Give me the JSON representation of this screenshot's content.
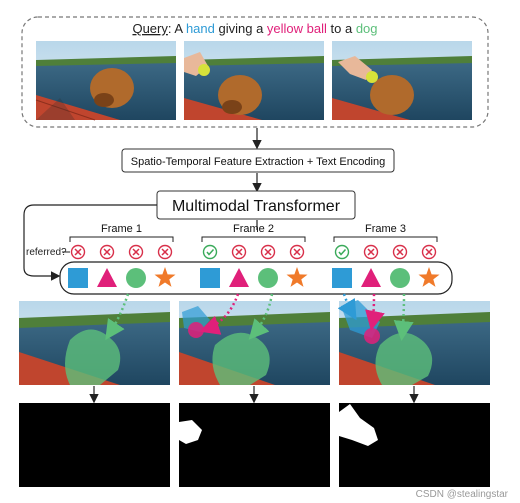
{
  "query": {
    "label": "Query",
    "parts": [
      {
        "text": ": A ",
        "color": "#222222"
      },
      {
        "text": "hand",
        "color": "#2e9bd6"
      },
      {
        "text": " giving a ",
        "color": "#222222"
      },
      {
        "text": "yellow ball",
        "color": "#e0207a"
      },
      {
        "text": " to a ",
        "color": "#222222"
      },
      {
        "text": "dog",
        "color": "#5cbf7a"
      }
    ]
  },
  "stages": {
    "feature_extraction": "Spatio-Temporal Feature Extraction + Text Encoding",
    "transformer": "Multimodal Transformer"
  },
  "referred_label": "referred?",
  "frames": [
    {
      "name": "Frame 1",
      "referred": [
        "cross",
        "cross",
        "cross",
        "cross"
      ]
    },
    {
      "name": "Frame 2",
      "referred": [
        "check",
        "cross",
        "cross",
        "cross"
      ]
    },
    {
      "name": "Frame 3",
      "referred": [
        "check",
        "cross",
        "cross",
        "cross"
      ]
    }
  ],
  "object_queries": [
    {
      "shape": "square",
      "color": "#2e9bd6"
    },
    {
      "shape": "triangle",
      "color": "#e0207a"
    },
    {
      "shape": "circle",
      "color": "#5cbf7a"
    },
    {
      "shape": "star",
      "color": "#f07a2a"
    }
  ],
  "colors": {
    "check": "#3aaa5a",
    "cross": "#d8304a",
    "dog_mask": "#5cbf7a",
    "hand_mask": "#2e9bd6",
    "ball_mask": "#e0207a"
  },
  "watermark": "CSDN @stealingstar"
}
